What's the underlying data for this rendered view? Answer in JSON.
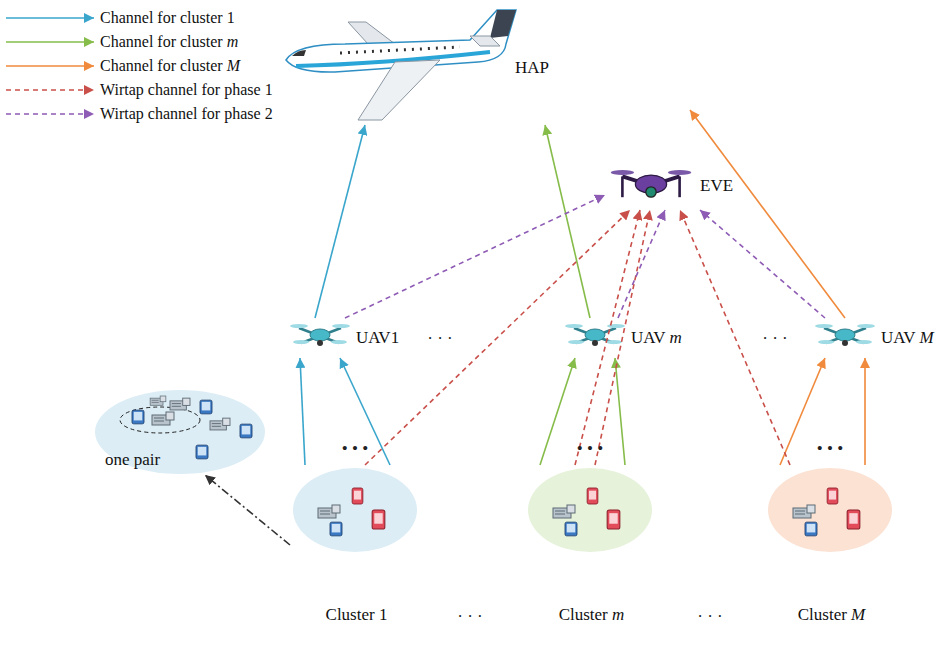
{
  "diagram": {
    "nodes": [
      {
        "text": [
          "HAP"
        ]
      },
      {
        "text": [
          "EVE"
        ]
      },
      {
        "text": [
          "UAV1"
        ]
      },
      {
        "text": [
          "UAV m"
        ]
      },
      {
        "text": [
          "UAV M"
        ]
      },
      {
        "text": [
          "one pair"
        ]
      },
      {
        "text": [
          "Cluster 1"
        ]
      },
      {
        "text": [
          "Cluster m"
        ]
      },
      {
        "text": [
          "Cluster M"
        ]
      }
    ],
    "edges": [
      {
        "from": 6,
        "to": 2,
        "arrow": "to"
      },
      {
        "from": 6,
        "to": 2,
        "arrow": "to"
      },
      {
        "from": 7,
        "to": 3,
        "arrow": "to"
      },
      {
        "from": 7,
        "to": 3,
        "arrow": "to"
      },
      {
        "from": 8,
        "to": 4,
        "arrow": "to"
      },
      {
        "from": 8,
        "to": 4,
        "arrow": "to"
      },
      {
        "from": 2,
        "to": 0,
        "arrow": "to"
      },
      {
        "from": 3,
        "to": 0,
        "arrow": "to"
      },
      {
        "from": 4,
        "to": 0,
        "arrow": "to"
      },
      {
        "from": 6,
        "to": 1,
        "arrow": "to"
      },
      {
        "from": 7,
        "to": 1,
        "arrow": "to"
      },
      {
        "from": 7,
        "to": 1,
        "arrow": "to"
      },
      {
        "from": 8,
        "to": 1,
        "arrow": "to"
      },
      {
        "from": 2,
        "to": 1,
        "arrow": "to"
      },
      {
        "from": 3,
        "to": 1,
        "arrow": "to"
      },
      {
        "from": 4,
        "to": 1,
        "arrow": "to"
      },
      {
        "from": 6,
        "to": 5,
        "arrow": "to"
      }
    ],
    "labels": [
      "· · ·",
      "· · ·",
      "• • •",
      "• • •",
      "• • •",
      "· · ·",
      "· · ·"
    ],
    "legend": [
      {
        "text": "Channel for cluster 1"
      },
      {
        "text": "Channel for cluster m"
      },
      {
        "text": "Channel for cluster M"
      },
      {
        "text": "Wirtap channel for phase 1"
      },
      {
        "text": "Wirtap channel for phase 2"
      }
    ]
  }
}
